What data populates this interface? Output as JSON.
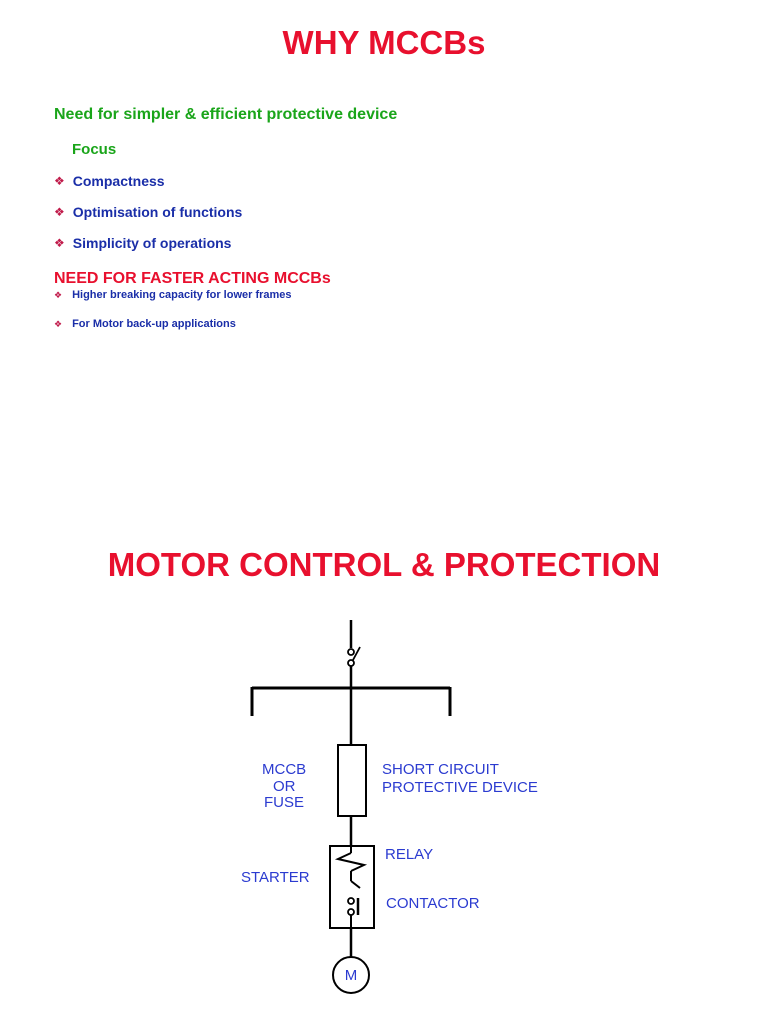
{
  "slide1": {
    "title": "WHY MCCBs",
    "need": "Need for simpler & efficient protective device",
    "focus": "Focus",
    "focus_items": [
      "Compactness",
      "Optimisation of functions",
      "Simplicity of operations"
    ],
    "need_faster": "NEED FOR FASTER ACTING MCCBs",
    "faster_items": [
      "Higher breaking capacity for lower frames",
      "For Motor back-up applications"
    ]
  },
  "slide2": {
    "title": "MOTOR CONTROL & PROTECTION",
    "labels": {
      "mccb": "MCCB",
      "or": "OR",
      "fuse": "FUSE",
      "scpd_1": "SHORT CIRCUIT",
      "scpd_2": "PROTECTIVE DEVICE",
      "relay": "RELAY",
      "starter": "STARTER",
      "contactor": "CONTACTOR",
      "motor": "M"
    }
  },
  "colors": {
    "title_red": "#e8102e",
    "green": "#1aa51a",
    "navy": "#1a2ea8",
    "label_blue": "#2b3bd0",
    "bullet": "#c01a4a"
  }
}
